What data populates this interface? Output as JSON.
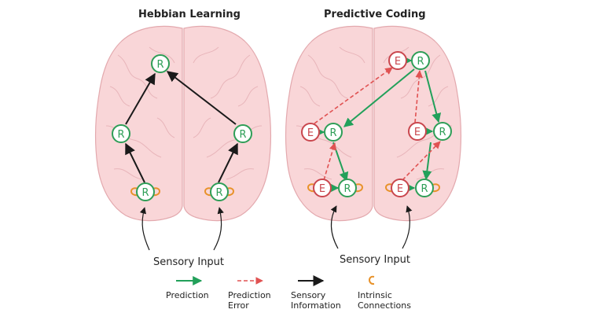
{
  "panels": [
    {
      "title": "Hebbian Learning",
      "input_label": "Sensory Input"
    },
    {
      "title": "Predictive Coding",
      "input_label": "Sensory Input"
    }
  ],
  "node_labels": {
    "representation": "R",
    "error": "E"
  },
  "legend": [
    {
      "label_line1": "Prediction",
      "label_line2": "",
      "style": "green-arrow"
    },
    {
      "label_line1": "Prediction",
      "label_line2": "Error",
      "style": "red-dashed-arrow"
    },
    {
      "label_line1": "Sensory",
      "label_line2": "Information",
      "style": "black-arrow"
    },
    {
      "label_line1": "Intrinsic",
      "label_line2": "Connections",
      "style": "orange-loop"
    }
  ],
  "colors": {
    "brain_fill": "#f9d6d8",
    "brain_stroke": "#e3a9ae",
    "prediction": "#22a05a",
    "prediction_error": "#e05252",
    "sensory": "#1a1a1a",
    "intrinsic": "#e8922a",
    "r_node": "#2e9e57",
    "e_node": "#c9464d"
  }
}
